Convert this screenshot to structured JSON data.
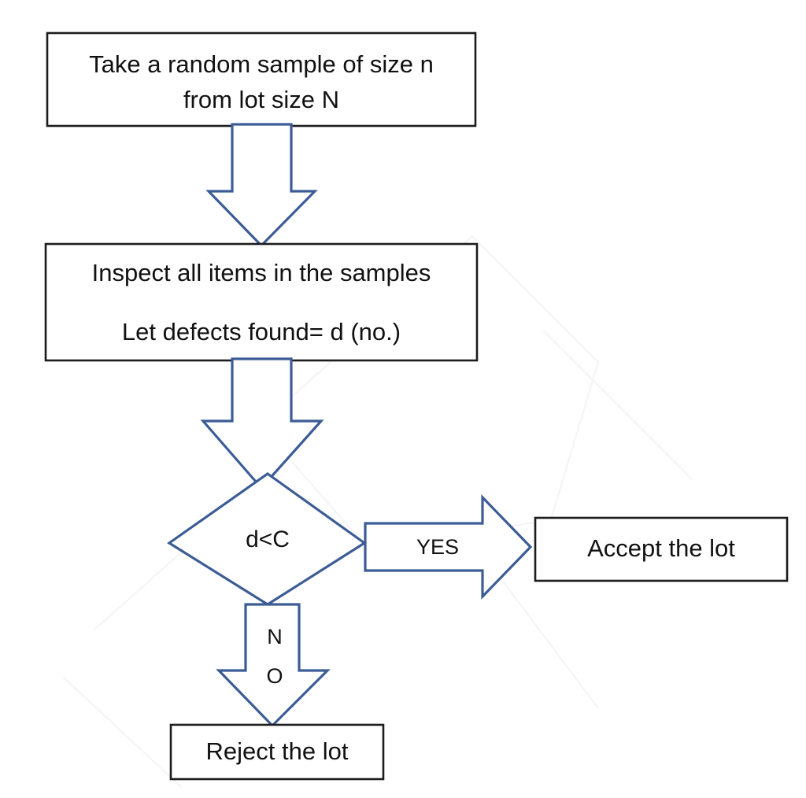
{
  "diagram": {
    "title": "Acceptance sampling inspection flowchart",
    "background_color": "#ffffff",
    "box_border_color": "#1c1c1c",
    "arrow_stroke_color": "#3c5c96",
    "text_color": "#111111",
    "nodes": [
      {
        "id": "sample",
        "type": "process",
        "lines": [
          "Take a random sample of size n",
          "from lot size N"
        ]
      },
      {
        "id": "inspect",
        "type": "process",
        "lines": [
          "Inspect all items in the samples",
          "Let defects found= d (no.)"
        ]
      },
      {
        "id": "decision",
        "type": "decision",
        "lines": [
          "d<C"
        ]
      },
      {
        "id": "accept",
        "type": "terminal",
        "lines": [
          "Accept the lot"
        ]
      },
      {
        "id": "reject",
        "type": "terminal",
        "lines": [
          "Reject the lot"
        ]
      }
    ],
    "edges": [
      {
        "id": "sample-to-inspect",
        "label": "",
        "direction": "down",
        "from": "sample",
        "to": "inspect"
      },
      {
        "id": "inspect-to-decision",
        "label": "",
        "direction": "down",
        "from": "inspect",
        "to": "decision"
      },
      {
        "id": "decision-yes",
        "label": "YES",
        "direction": "right",
        "from": "decision",
        "to": "accept"
      },
      {
        "id": "decision-no",
        "label_lines": [
          "N",
          "O"
        ],
        "label": "NO",
        "direction": "down",
        "from": "decision",
        "to": "reject"
      }
    ]
  }
}
